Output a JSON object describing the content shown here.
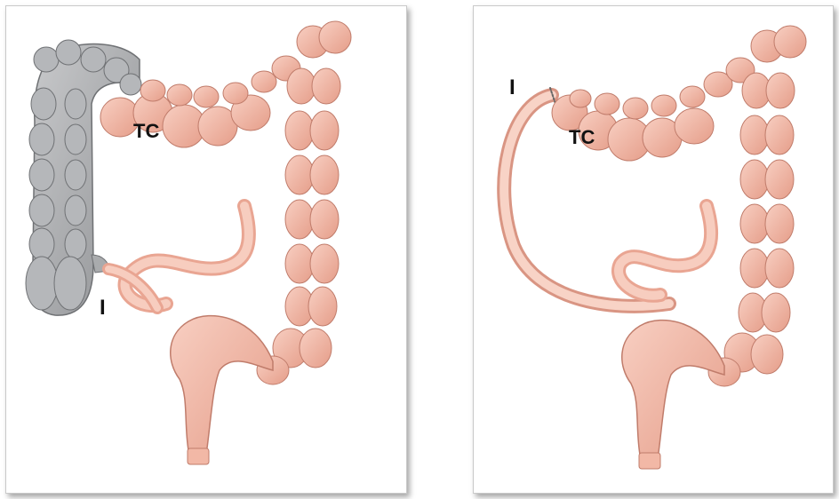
{
  "panels": [
    {
      "id": "before",
      "labels": {
        "transverse_colon": "TC",
        "ileum": "I"
      },
      "resected_color": "#a9abad",
      "tissue_color": "#f2b8a6"
    },
    {
      "id": "after",
      "labels": {
        "transverse_colon": "TC",
        "ileum": "I"
      },
      "tissue_color": "#f2b8a6"
    }
  ]
}
